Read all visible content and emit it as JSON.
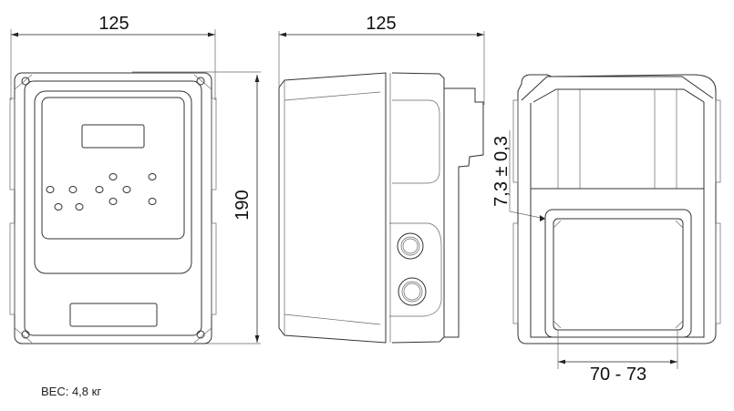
{
  "front_view": {
    "width_label": "125",
    "height_label": "190"
  },
  "side_view": {
    "width_label": "125",
    "tolerance_label": "7,3 ± 0,3"
  },
  "bottom_view": {
    "range_label": "70 - 73"
  },
  "weight_note": "ВЕС: 4,8 кг"
}
